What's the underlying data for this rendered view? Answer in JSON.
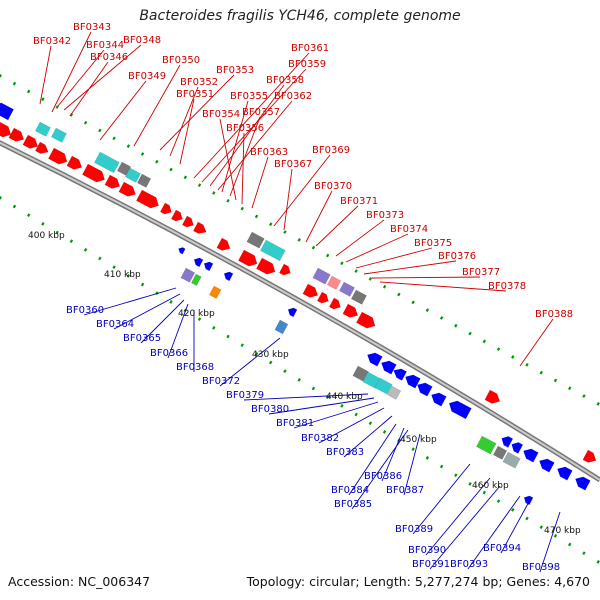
{
  "title": "Bacteroides fragilis YCH46, complete genome",
  "footer": {
    "accession": "Accession: NC_006347",
    "summary": "Topology: circular; Length: 5,277,274 bp; Genes: 4,670"
  },
  "colors": {
    "forward_gene": "#ff0000",
    "reverse_gene": "#0000ff",
    "backbone": "#888888",
    "tick": "#009900",
    "cyan": "#33cccc",
    "gray": "#777777",
    "violet": "#8877cc",
    "green": "#33cc33",
    "orange": "#ff8800",
    "steelblue": "#4488cc",
    "pink": "#ff8888",
    "forward_label": "#cc0000",
    "reverse_label": "#0000bb"
  },
  "ticks": [
    "400 kbp",
    "410 kbp",
    "420 kbp",
    "430 kbp",
    "440 kbp",
    "450 kbp",
    "460 kbp",
    "470 kbp"
  ],
  "forward_labels": [
    "BF0343",
    "BF0342",
    "BF0344",
    "BF0348",
    "BF0346",
    "BF0349",
    "BF0350",
    "BF0353",
    "BF0352",
    "BF0351",
    "BF0361",
    "BF0359",
    "BF0358",
    "BF0362",
    "BF0355",
    "BF0357",
    "BF0354",
    "BF0356",
    "BF0363",
    "BF0369",
    "BF0367",
    "BF0370",
    "BF0371",
    "BF0373",
    "BF0374",
    "BF0375",
    "BF0376",
    "BF0377",
    "BF0378",
    "BF0388"
  ],
  "reverse_labels": [
    "BF0360",
    "BF0364",
    "BF0365",
    "BF0366",
    "BF0368",
    "BF0372",
    "BF0379",
    "BF0380",
    "BF0381",
    "BF0382",
    "BF0383",
    "BF0386",
    "BF0384",
    "BF0387",
    "BF0385",
    "BF0389",
    "BF0390",
    "BF0391",
    "BF0393",
    "BF0394",
    "BF0398"
  ]
}
